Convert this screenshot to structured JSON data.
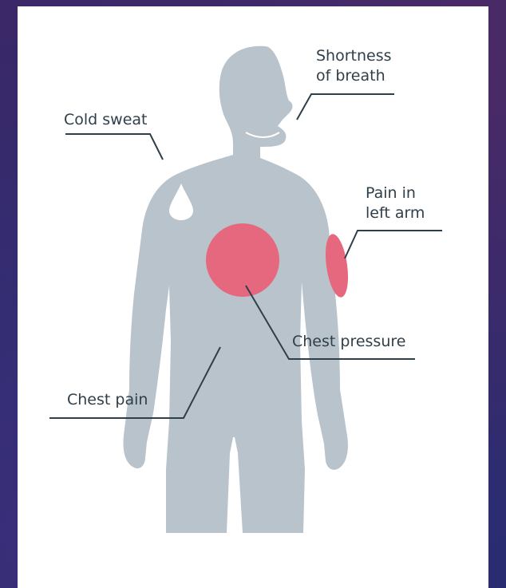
{
  "colors": {
    "body": "#b9c3cb",
    "highlight": "#e5687f",
    "leader_line": "#2f3f4a",
    "card_background": "#ffffff"
  },
  "labels": {
    "shortness_of_breath": "Shortness\nof breath",
    "cold_sweat": "Cold sweat",
    "pain_in_left_arm": "Pain in\nleft arm",
    "chest_pressure": "Chest pressure",
    "chest_pain": "Chest pain"
  }
}
